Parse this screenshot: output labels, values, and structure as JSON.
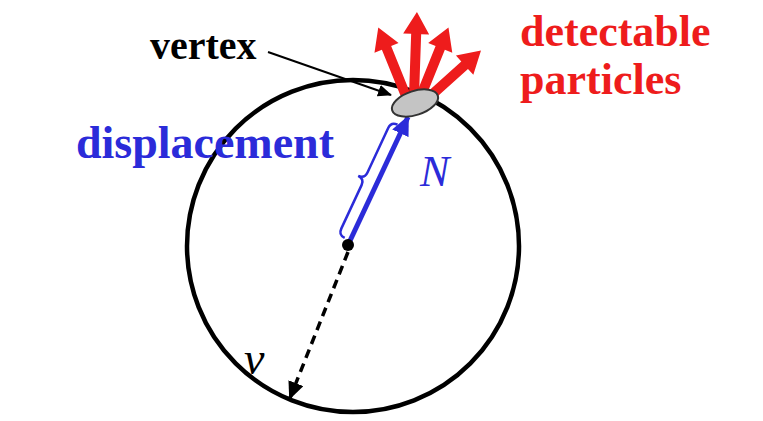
{
  "diagram": {
    "labels": [
      "vertex",
      "detectable particles",
      "displacement",
      "N",
      "ν"
    ]
  }
}
